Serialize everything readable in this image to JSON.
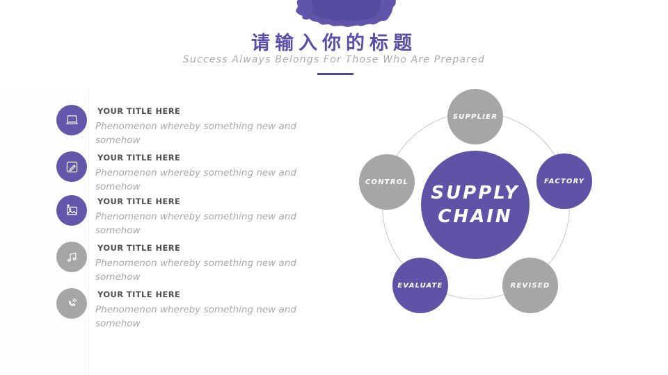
{
  "colors": {
    "purple": "#5E53A7",
    "icon_purple": "#6357AB",
    "gray": "#A6A6A6",
    "title_purple": "#5B4EA8",
    "divider_purple": "#54489E",
    "ring_gray": "#C6C6C6",
    "heading_gray": "#4F4F4F",
    "body_gray": "#A9A9A9"
  },
  "header": {
    "title": "请输入你的标题",
    "subtitle": "Success Always Belongs For Those Who Are Prepared"
  },
  "list": {
    "items": [
      {
        "icon": "laptop-icon",
        "style": "purple",
        "title": "YOUR TITLE HERE",
        "body": "Phenomenon whereby something new and somehow"
      },
      {
        "icon": "edit-icon",
        "style": "purple",
        "title": "YOUR TITLE HERE",
        "body": "Phenomenon whereby something new and somehow"
      },
      {
        "icon": "picture-icon",
        "style": "purple",
        "title": "YOUR TITLE HERE",
        "body": "Phenomenon whereby something new and somehow"
      },
      {
        "icon": "music-icon",
        "style": "gray",
        "title": "YOUR TITLE HERE",
        "body": "Phenomenon whereby something new and somehow"
      },
      {
        "icon": "phone-icon",
        "style": "gray",
        "title": "YOUR TITLE HERE",
        "body": "Phenomenon whereby something new and somehow"
      }
    ]
  },
  "diagram": {
    "center": {
      "line1": "SUPPLY",
      "line2": "CHAIN",
      "color": "#5E53A7"
    },
    "nodes": [
      {
        "label": "SUPPLIER",
        "style": "gray",
        "position": "top"
      },
      {
        "label": "FACTORY",
        "style": "purple",
        "position": "right"
      },
      {
        "label": "REVISED",
        "style": "gray",
        "position": "bottom-right"
      },
      {
        "label": "EVALUATE",
        "style": "purple",
        "position": "bottom-left"
      },
      {
        "label": "CONTROL",
        "style": "gray",
        "position": "left"
      }
    ]
  }
}
